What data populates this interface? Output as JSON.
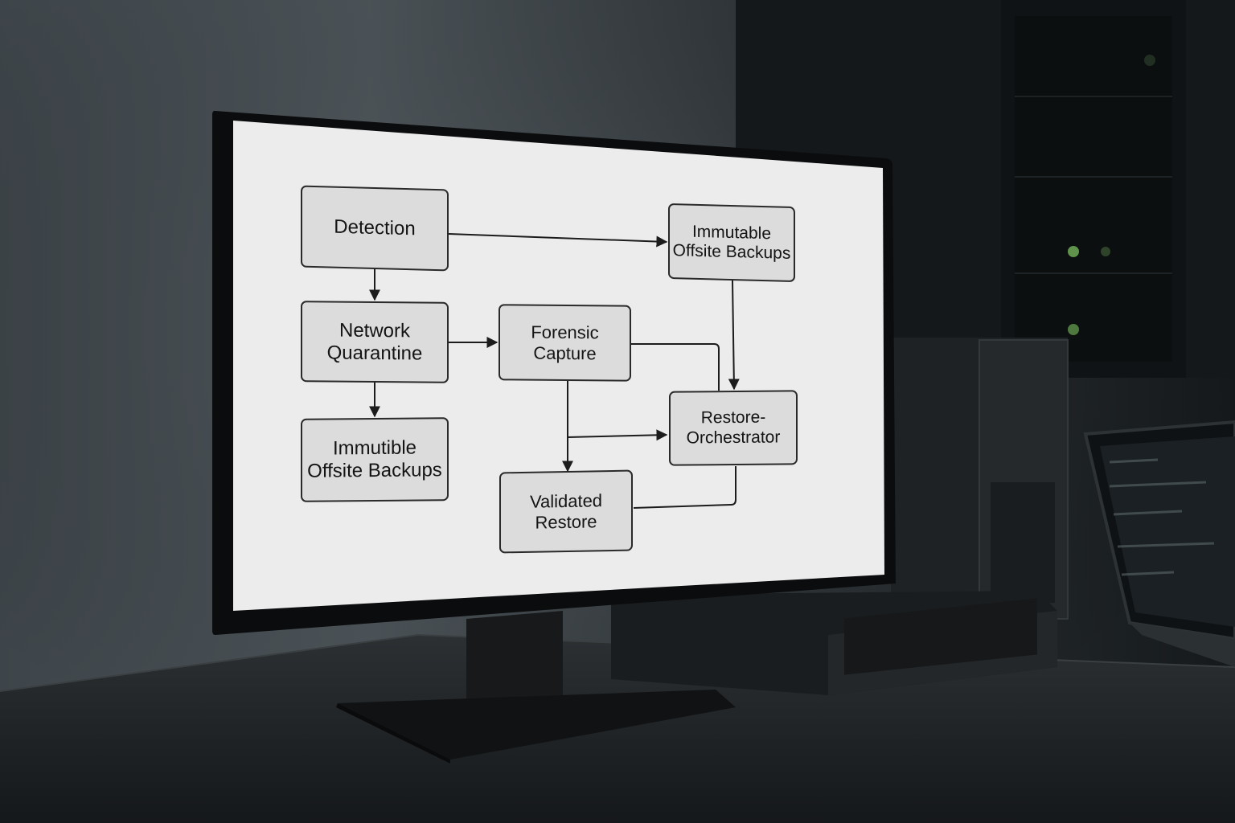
{
  "diagram": {
    "nodes": [
      {
        "id": "detection",
        "lines": [
          "Detection"
        ]
      },
      {
        "id": "network-quarantine",
        "lines": [
          "Network",
          "Quarantine"
        ]
      },
      {
        "id": "immutible-offsite-backups",
        "lines": [
          "Immutible",
          "Offsite Backups"
        ]
      },
      {
        "id": "forensic-capture",
        "lines": [
          "Forensic",
          "Capture"
        ]
      },
      {
        "id": "immutable-offsite-backups",
        "lines": [
          "Immutable",
          "Offsite Backups"
        ]
      },
      {
        "id": "restore-orchestrator",
        "lines": [
          "Restore-",
          "Orchestrator"
        ]
      },
      {
        "id": "validated-restore",
        "lines": [
          "Validated",
          "Restore"
        ]
      }
    ],
    "edges": [
      {
        "from": "detection",
        "to": "immutable-offsite-backups"
      },
      {
        "from": "detection",
        "to": "network-quarantine"
      },
      {
        "from": "network-quarantine",
        "to": "forensic-capture"
      },
      {
        "from": "network-quarantine",
        "to": "immutible-offsite-backups"
      },
      {
        "from": "immutable-offsite-backups",
        "to": "restore-orchestrator"
      },
      {
        "from": "forensic-capture",
        "to": "restore-orchestrator"
      },
      {
        "from": "forensic-capture",
        "to": "validated-restore"
      },
      {
        "from": "restore-orchestrator",
        "to": "validated-restore"
      }
    ]
  },
  "colors": {
    "screen": "#ececec",
    "node_fill": "#dcdcdc",
    "node_border": "#2a2a2a",
    "edge": "#1c1c1c",
    "led": "#7bbf5e"
  }
}
